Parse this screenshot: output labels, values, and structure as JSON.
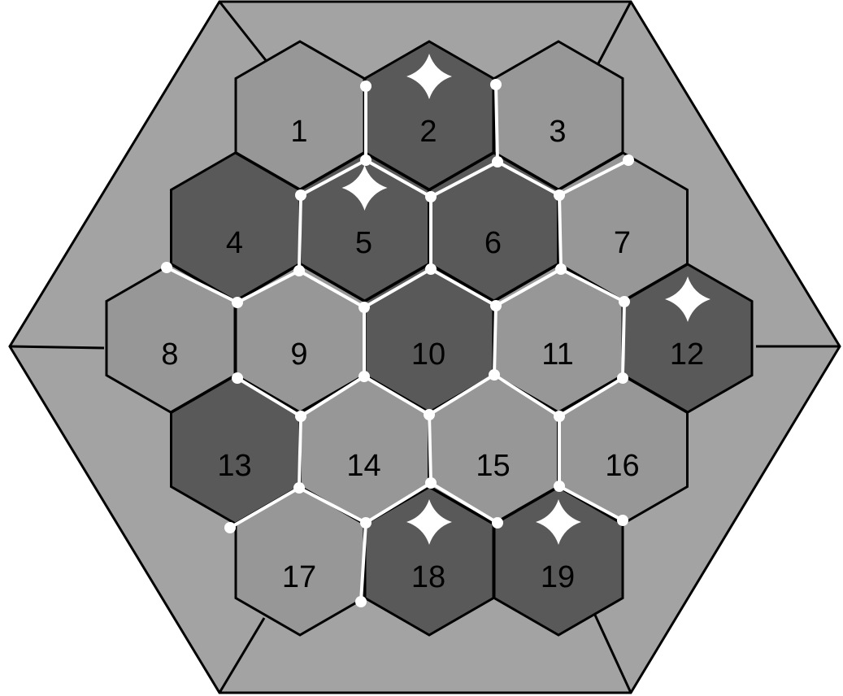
{
  "board": {
    "tiles": [
      {
        "label": "1",
        "shade": "light",
        "star": false
      },
      {
        "label": "2",
        "shade": "dark",
        "star": true
      },
      {
        "label": "3",
        "shade": "light",
        "star": false
      },
      {
        "label": "4",
        "shade": "dark",
        "star": false
      },
      {
        "label": "5",
        "shade": "dark",
        "star": true
      },
      {
        "label": "6",
        "shade": "dark",
        "star": false
      },
      {
        "label": "7",
        "shade": "light",
        "star": false
      },
      {
        "label": "8",
        "shade": "light",
        "star": false
      },
      {
        "label": "9",
        "shade": "light",
        "star": false
      },
      {
        "label": "10",
        "shade": "dark",
        "star": false
      },
      {
        "label": "11",
        "shade": "light",
        "star": false
      },
      {
        "label": "12",
        "shade": "dark",
        "star": true
      },
      {
        "label": "13",
        "shade": "dark",
        "star": false
      },
      {
        "label": "14",
        "shade": "light",
        "star": false
      },
      {
        "label": "15",
        "shade": "light",
        "star": false
      },
      {
        "label": "16",
        "shade": "light",
        "star": false
      },
      {
        "label": "17",
        "shade": "light",
        "star": false
      },
      {
        "label": "18",
        "shade": "dark",
        "star": true
      },
      {
        "label": "19",
        "shade": "dark",
        "star": true
      }
    ],
    "colors": {
      "frame": "#a3a3a3",
      "light_tile": "#979797",
      "dark_tile": "#595959",
      "road": "#ffffff"
    }
  }
}
